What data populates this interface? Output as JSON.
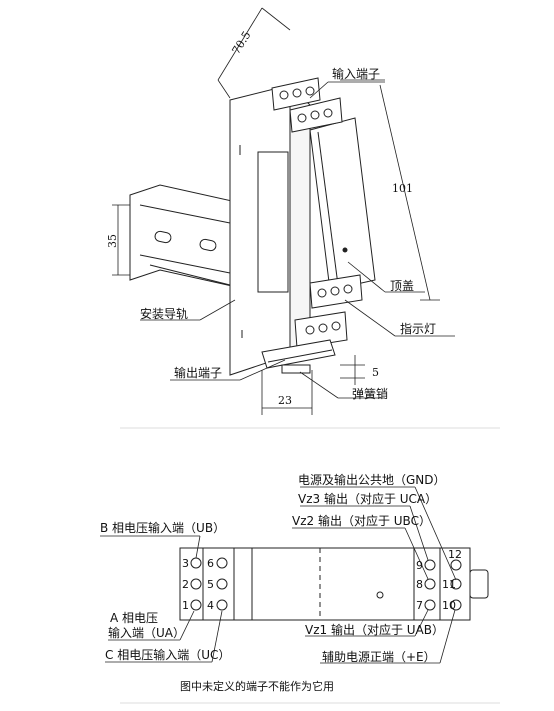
{
  "top_view": {
    "dim_width": "70.5",
    "dim_height": "101",
    "dim_rail": "35",
    "dim_depth": "23",
    "dim_spring": "5",
    "label_input_terminal": "输入端子",
    "label_rail": "安装导轨",
    "label_top_cover": "顶盖",
    "label_indicator": "指示灯",
    "label_output_terminal": "输出端子",
    "label_spring_pin": "弹簧销"
  },
  "wiring": {
    "gnd_label": "电源及输出公共地（GND）",
    "vz3_label": "Vz3 输出（对应于 UCA）",
    "vz2_label": "Vz2 输出（对应于 UBC）",
    "vz1_label": "Vz1 输出（对应于 UAB）",
    "aux_label": "辅助电源正端（+E）",
    "b_phase_label": "B 相电压输入端（UB）",
    "a_phase_label_1": "A 相电压",
    "a_phase_label_2": "输入端（UA）",
    "c_phase_label": "C 相电压输入端（UC）",
    "pins": [
      "1",
      "2",
      "3",
      "4",
      "5",
      "6",
      "7",
      "8",
      "9",
      "10",
      "11",
      "12"
    ]
  },
  "caption": "图中未定义的端子不能作为它用"
}
